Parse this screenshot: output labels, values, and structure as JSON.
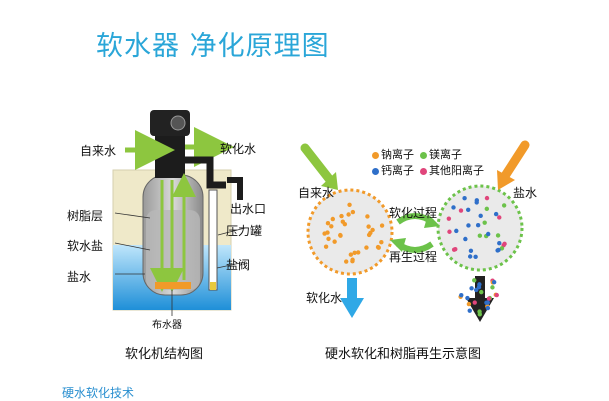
{
  "title": "软水器 净化原理图",
  "left": {
    "labels": {
      "tap_water": "自来水",
      "soft_water_top": "软化水",
      "resin_layer": "树脂层",
      "soft_salt": "软水盐",
      "brine": "盐水",
      "outlet": "出水口",
      "pressure_tank": "压力罐",
      "salt_valve": "盐阀",
      "distributor": "布水器"
    },
    "caption": "软化机结构图"
  },
  "right": {
    "legend": [
      {
        "label": "钠离子",
        "color": "#f19a2a"
      },
      {
        "label": "镁离子",
        "color": "#6cc24a"
      },
      {
        "label": "钙离子",
        "color": "#2f6fc9"
      },
      {
        "label": "其他阳离子",
        "color": "#e0457b"
      }
    ],
    "labels": {
      "tap_water": "自来水",
      "brine": "盐水",
      "softening_process": "软化过程",
      "regeneration_process": "再生过程",
      "soft_water": "软化水"
    },
    "caption": "硬水软化和树脂再生示意图"
  },
  "footer": "硬水软化技术",
  "colors": {
    "accent": "#2aa6d8",
    "arrow_green": "#8dc63f",
    "water_blue": "#2fa8e6",
    "orange": "#f19a2a"
  }
}
